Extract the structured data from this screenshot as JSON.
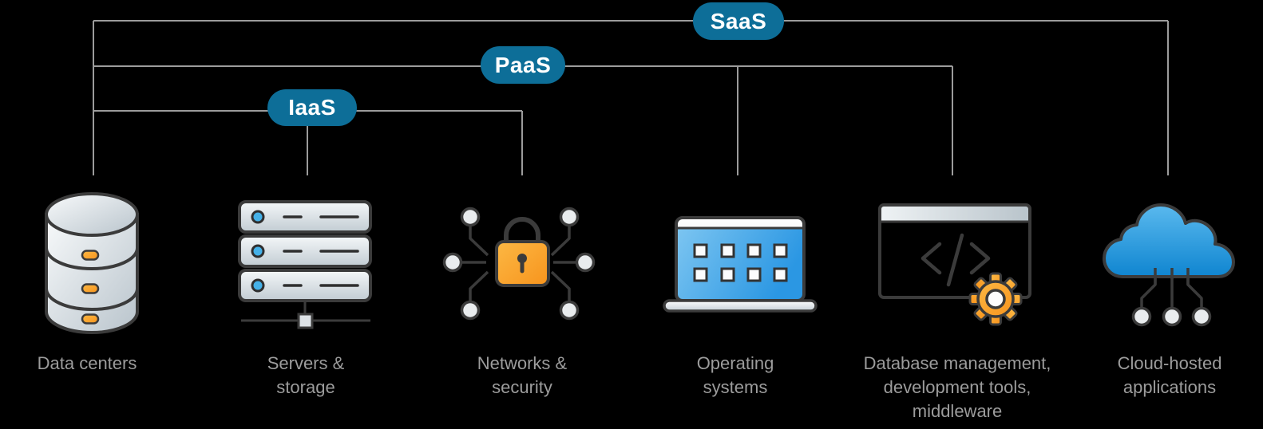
{
  "diagram": {
    "name": "cloud-service-models",
    "badges": [
      {
        "id": "saas",
        "label": "SaaS"
      },
      {
        "id": "paas",
        "label": "PaaS"
      },
      {
        "id": "iaas",
        "label": "IaaS"
      }
    ],
    "columns": [
      {
        "icon": "database-cylinder-icon",
        "label_lines": [
          "Data centers"
        ]
      },
      {
        "icon": "server-rack-icon",
        "label_lines": [
          "Servers &",
          "storage"
        ]
      },
      {
        "icon": "padlock-network-icon",
        "label_lines": [
          "Networks &",
          "security"
        ]
      },
      {
        "icon": "laptop-icon",
        "label_lines": [
          "Operating",
          "systems"
        ]
      },
      {
        "icon": "code-window-gear-icon",
        "label_lines": [
          "Database management,",
          "development tools,",
          "middleware"
        ]
      },
      {
        "icon": "cloud-network-icon",
        "label_lines": [
          "Cloud-hosted",
          "applications"
        ]
      }
    ],
    "colors": {
      "background": "#000000",
      "bracket_line": "#9c9c9c",
      "label_text": "#9c9c9c",
      "badge_fill": "#0d6e98",
      "badge_text": "#ffffff",
      "icon_outline": "#3b3b3b",
      "orange_accent": "#f7941d",
      "screen_blue": "#2b97e3",
      "cloud_blue": "#0f85d0",
      "led_blue": "#45b1e8",
      "silver_gray": "#c2ccd3",
      "node_gray": "#e9ecee"
    }
  }
}
